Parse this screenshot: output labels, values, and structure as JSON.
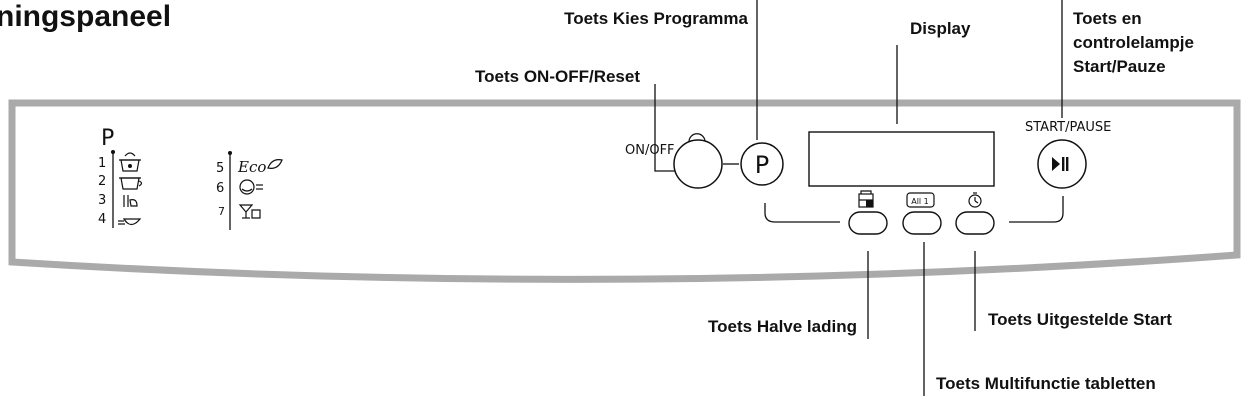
{
  "header": {
    "title": "ningspaneel"
  },
  "callouts": {
    "select_program": "Toets Kies Programma",
    "display": "Display",
    "start_pause_line1": "Toets en",
    "start_pause_line2": "controlelampje",
    "start_pause_line3": "Start/Pauze",
    "on_off_reset": "Toets ON-OFF/Reset",
    "half_load": "Toets Halve lading",
    "delayed_start": "Toets Uitgestelde Start",
    "multi_tablets": "Toets Multifunctie tabletten"
  },
  "panel": {
    "on_off_label": "ON/OFF",
    "start_pause_label": "START/PAUSE",
    "program_button_label": "P",
    "program_list_title": "P",
    "programs_left": [
      {
        "number": "1",
        "icon": "pot-heavy-icon"
      },
      {
        "number": "2",
        "icon": "pot-normal-icon"
      },
      {
        "number": "3",
        "icon": "glass-cup-icon"
      },
      {
        "number": "4",
        "icon": "bowl-quick-icon"
      }
    ],
    "programs_right": [
      {
        "number": "5",
        "icon": "eco-leaf-icon",
        "text": "Eco"
      },
      {
        "number": "6",
        "icon": "plate-rinse-icon"
      },
      {
        "number": "7",
        "icon": "glass-mug-icon"
      }
    ],
    "small_buttons": [
      {
        "icon": "half-load-icon"
      },
      {
        "icon": "multi-tablet-icon",
        "text": "All 1"
      },
      {
        "icon": "delay-timer-icon"
      }
    ],
    "icons": {
      "power": "power-icon",
      "play_pause": "play-pause-icon"
    }
  }
}
